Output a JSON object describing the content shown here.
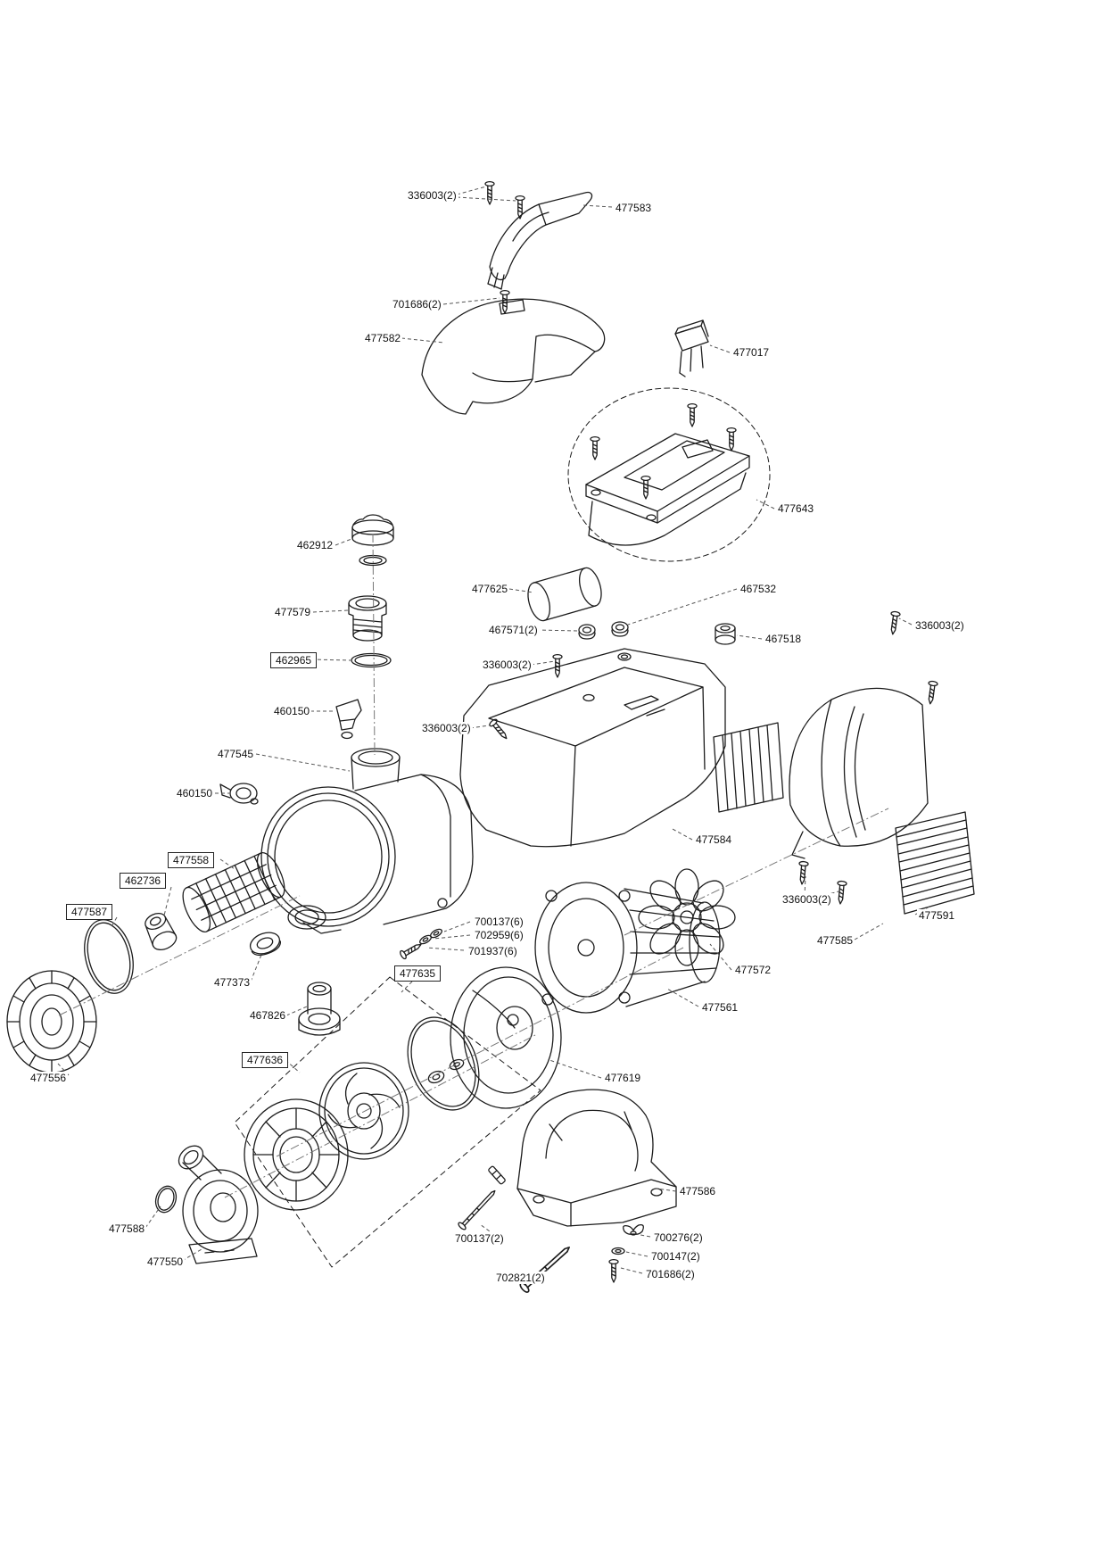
{
  "page": {
    "background": "#ffffff",
    "line_color": "#1c1c1c",
    "leader_color": "#555555"
  },
  "labels": [
    {
      "id": "336003-a",
      "text": "336003(2)",
      "boxed": false
    },
    {
      "id": "477583",
      "text": "477583",
      "boxed": false
    },
    {
      "id": "701686-a",
      "text": "701686(2)",
      "boxed": false
    },
    {
      "id": "477582",
      "text": "477582",
      "boxed": false
    },
    {
      "id": "477017",
      "text": "477017",
      "boxed": false
    },
    {
      "id": "477643",
      "text": "477643",
      "boxed": false
    },
    {
      "id": "462912",
      "text": "462912",
      "boxed": false
    },
    {
      "id": "477625",
      "text": "477625",
      "boxed": false
    },
    {
      "id": "467532",
      "text": "467532",
      "boxed": false
    },
    {
      "id": "477579",
      "text": "477579",
      "boxed": false
    },
    {
      "id": "467571",
      "text": "467571(2)",
      "boxed": false
    },
    {
      "id": "467518",
      "text": "467518",
      "boxed": false
    },
    {
      "id": "336003-b",
      "text": "336003(2)",
      "boxed": false
    },
    {
      "id": "462965",
      "text": "462965",
      "boxed": true
    },
    {
      "id": "336003-c",
      "text": "336003(2)",
      "boxed": false
    },
    {
      "id": "460150-a",
      "text": "460150",
      "boxed": false
    },
    {
      "id": "336003-d",
      "text": "336003(2)",
      "boxed": false
    },
    {
      "id": "477545",
      "text": "477545",
      "boxed": false
    },
    {
      "id": "460150-b",
      "text": "460150",
      "boxed": false
    },
    {
      "id": "477558",
      "text": "477558",
      "boxed": true
    },
    {
      "id": "462736",
      "text": "462736",
      "boxed": true
    },
    {
      "id": "477584",
      "text": "477584",
      "boxed": false
    },
    {
      "id": "477587",
      "text": "477587",
      "boxed": true
    },
    {
      "id": "336003-e",
      "text": "336003(2)",
      "boxed": false
    },
    {
      "id": "477591",
      "text": "477591",
      "boxed": false
    },
    {
      "id": "700137-6",
      "text": "700137(6)",
      "boxed": false
    },
    {
      "id": "702959-6",
      "text": "702959(6)",
      "boxed": false
    },
    {
      "id": "701937-6",
      "text": "701937(6)",
      "boxed": false
    },
    {
      "id": "477585",
      "text": "477585",
      "boxed": false
    },
    {
      "id": "477572",
      "text": "477572",
      "boxed": false
    },
    {
      "id": "477373",
      "text": "477373",
      "boxed": false
    },
    {
      "id": "477635",
      "text": "477635",
      "boxed": true
    },
    {
      "id": "477561",
      "text": "477561",
      "boxed": false
    },
    {
      "id": "467826",
      "text": "467826",
      "boxed": false
    },
    {
      "id": "477556",
      "text": "477556",
      "boxed": false
    },
    {
      "id": "477619",
      "text": "477619",
      "boxed": false
    },
    {
      "id": "477636",
      "text": "477636",
      "boxed": true
    },
    {
      "id": "477586",
      "text": "477586",
      "boxed": false
    },
    {
      "id": "477588",
      "text": "477588",
      "boxed": false
    },
    {
      "id": "700137-2",
      "text": "700137(2)",
      "boxed": false
    },
    {
      "id": "700276-2",
      "text": "700276(2)",
      "boxed": false
    },
    {
      "id": "700147-2",
      "text": "700147(2)",
      "boxed": false
    },
    {
      "id": "477550",
      "text": "477550",
      "boxed": false
    },
    {
      "id": "702821-2",
      "text": "702821(2)",
      "boxed": false
    },
    {
      "id": "701686-b",
      "text": "701686(2)",
      "boxed": false
    }
  ]
}
